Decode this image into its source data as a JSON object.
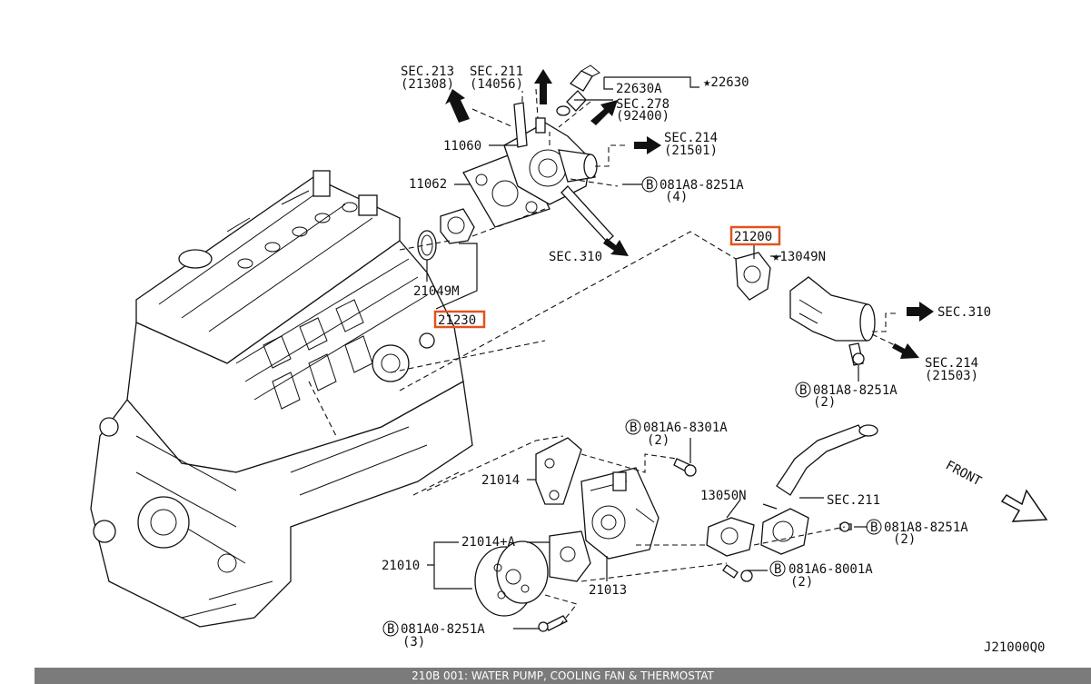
{
  "labels": {
    "sec213": "SEC.213",
    "sec213_sub": "(21308)",
    "sec211_top": "SEC.211",
    "sec211_top_sub": "(14056)",
    "part22630A": "22630A",
    "star22630": "★22630",
    "sec278": "SEC.278",
    "sec278_sub": "(92400)",
    "sec214_top": "SEC.214",
    "sec214_top_sub": "(21501)",
    "part11060": "11060",
    "part11062": "11062",
    "bolt_081A8_top": "081A8-8251A",
    "bolt_081A8_top_qty": "(4)",
    "part21200": "21200",
    "star13049N": "★13049N",
    "sec310_mid": "SEC.310",
    "part21049M": "21049M",
    "part21230": "21230",
    "sec310_right": "SEC.310",
    "sec214_right": "SEC.214",
    "sec214_right_sub": "(21503)",
    "bolt_081A8_right": "081A8-8251A",
    "bolt_081A8_right_qty": "(2)",
    "bolt_081A6_8301": "081A6-8301A",
    "bolt_081A6_8301_qty": "(2)",
    "part21014": "21014",
    "part13050N": "13050N",
    "sec211_bottom": "SEC.211",
    "bolt_081A8_low": "081A8-8251A",
    "bolt_081A8_low_qty": "(2)",
    "part21014A": "21014+A",
    "part21010": "21010",
    "part21013": "21013",
    "bolt_081A6_8001": "081A6-8001A",
    "bolt_081A6_8001_qty": "(2)",
    "bolt_081A0": "081A0-8251A",
    "bolt_081A0_qty": "(3)",
    "front": "FRONT",
    "b_mark": "B",
    "diagram_id": "J21000Q0"
  },
  "footer": {
    "caption": "210B 001: WATER PUMP, COOLING FAN & THERMOSTAT"
  },
  "colors": {
    "highlight": "#e0531f",
    "footer_bg": "#7b7b7b"
  }
}
